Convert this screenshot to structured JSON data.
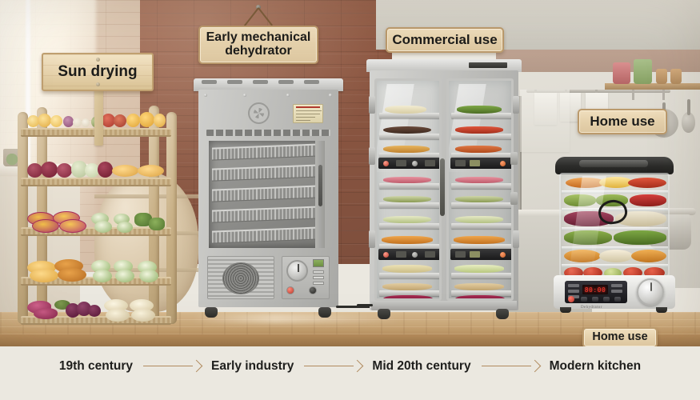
{
  "infographic": {
    "title": "Evolution of Food Dehydrators",
    "background_color": "#ebe8e0",
    "counter_color": "#cdab7d",
    "brick_color": "#8c5742",
    "sign_color": "#e6d2ad",
    "sign_border_color": "#bb9a6c",
    "arrow_color": "#b08a5e",
    "text_color": "#1e1e1c"
  },
  "signs": [
    {
      "id": "sun-drying",
      "label": "Sun drying"
    },
    {
      "id": "early-mech",
      "label": "Early mechanical\ndehydrator",
      "line1": "Early mechanical",
      "line2": "dehydrator"
    },
    {
      "id": "commercial",
      "label": "Commercial use"
    },
    {
      "id": "home-top",
      "label": "Home use"
    },
    {
      "id": "home-bottom",
      "label": "Home use"
    }
  ],
  "timeline": {
    "steps": [
      {
        "label": "19th century"
      },
      {
        "label": "Early industry"
      },
      {
        "label": "Mid 20th century"
      },
      {
        "label": "Modern kitchen"
      }
    ],
    "arrow_glyph": "⟶"
  },
  "scenes": [
    {
      "id": "sun-drying-rack",
      "name": "Wooden drying rack with sliced fruit and vegetables",
      "shelves": 5,
      "shelf_contents": [
        "orange slices, red onion, garlic, apples, whole oranges",
        "red apples, green apple slices, orange rounds",
        "beet slices, cucumber rounds, herbs",
        "mango slices, apricot rounds, zucchini slices",
        "beetroot wedges, plums, potato rounds"
      ]
    },
    {
      "id": "early-mechanical-dehydrator",
      "name": "Early mechanical metal cabinet dehydrator",
      "trays": 5,
      "features": [
        "cooling fan",
        "warning label",
        "vent slots",
        "blower grille",
        "temperature dial",
        "indicator lights",
        "power buttons",
        "casters"
      ]
    },
    {
      "id": "commercial-dehydrator",
      "name": "Two-door commercial glass-front dehydrator cabinet",
      "doors": 2,
      "trays_per_door": 9,
      "control_panels": 4,
      "features": [
        "glass doors",
        "stainless frame",
        "digital control panels",
        "vertical handle",
        "casters"
      ]
    },
    {
      "id": "home-dehydrator",
      "name": "Modern countertop home food dehydrator",
      "trays": 6,
      "display_value": "80:00",
      "features": [
        "clear stacking trays",
        "black lid",
        "digital display",
        "control buttons",
        "rotary knob"
      ]
    }
  ],
  "background": {
    "left": [
      "sunlit window",
      "light brick wall",
      "wicker basket",
      "potted plant"
    ],
    "center": [
      "red brick wall"
    ],
    "right": [
      "kitchen cabinets",
      "open shelf with jars",
      "hanging utensil rail",
      "tea towels",
      "stock pot",
      "refrigerator"
    ]
  }
}
